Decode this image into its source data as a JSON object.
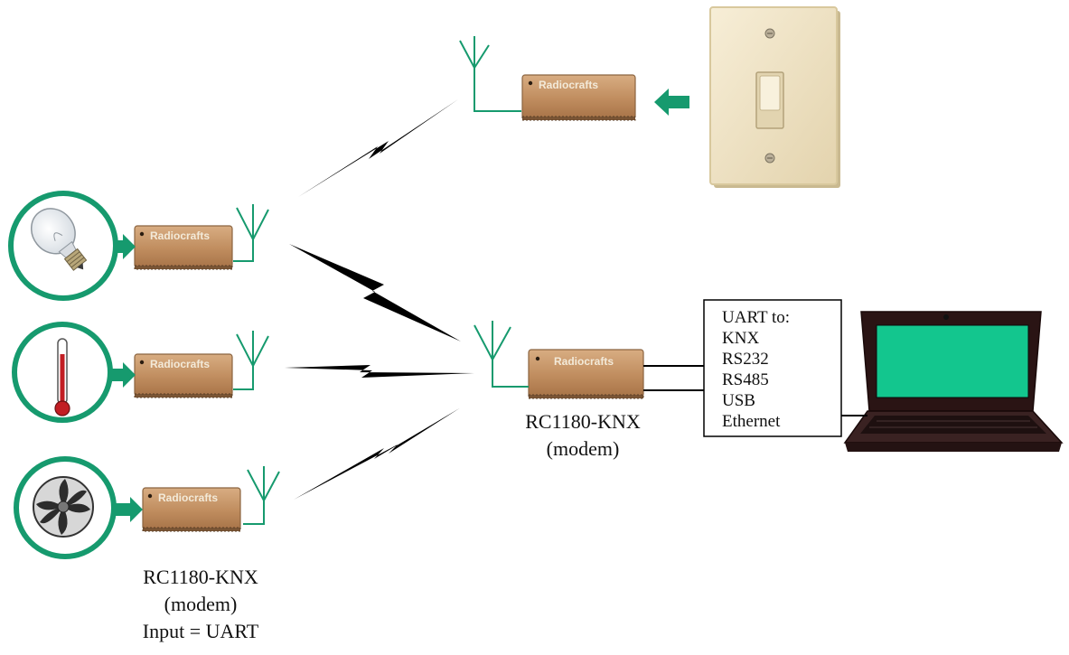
{
  "colors": {
    "accent": "#169a6e",
    "module_body": "#c79668",
    "module_edge": "#8b6440",
    "lightning": "#000000",
    "switch_plate": "#efe3c4",
    "laptop_screen": "#13c68e"
  },
  "module_brand": "Radiocrafts",
  "captions": {
    "hub": [
      "RC1180-KNX",
      "(modem)"
    ],
    "nodes": [
      "RC1180-KNX",
      "(modem)",
      "Input = UART"
    ]
  },
  "interfaces": {
    "items": [
      "UART to:",
      "KNX",
      "RS232",
      "RS485",
      "USB",
      "Ethernet"
    ]
  },
  "icons": {
    "devices": [
      "light-bulb-icon",
      "thermometer-icon",
      "fan-icon"
    ],
    "input": "wall-switch-icon",
    "host": "laptop-icon"
  }
}
